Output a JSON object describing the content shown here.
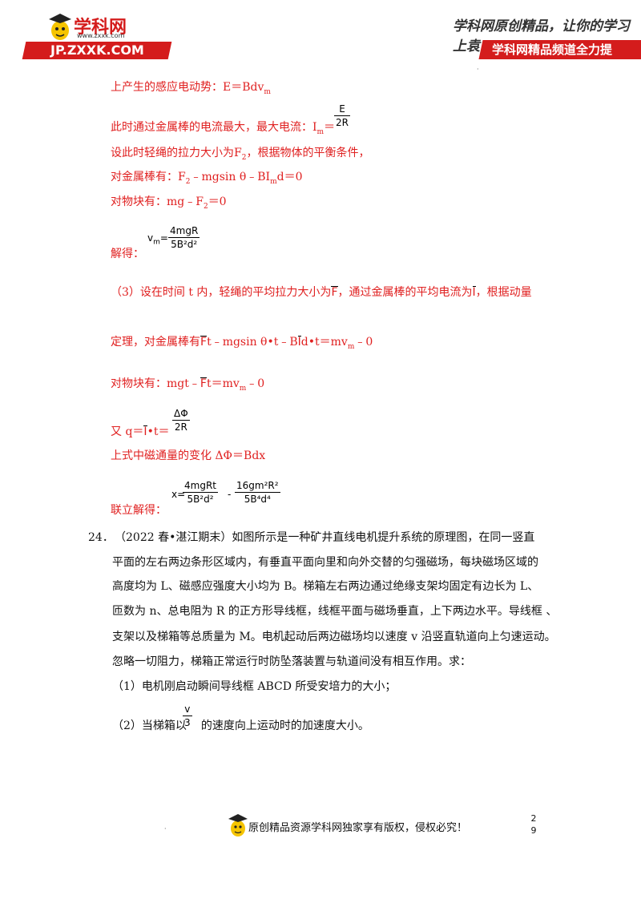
{
  "header": {
    "logo_cn": "学科网",
    "logo_url_small": "www.zxxk.com",
    "logo_banner": "JP.ZXXK.COM",
    "slogan": "学科网原创精品，让你的学习上袁",
    "channel": "学科网精品频道全力提"
  },
  "solution": {
    "l1": "上产生的感应电动势：E＝Bdv",
    "l1_sub": "m",
    "l2_prefix": "此时通过金属棒的电流最大，最大电流：I",
    "l2_sub": "m",
    "l2_eq": "＝",
    "f1_num": "E",
    "f1_den": "2R",
    "l3": "设此时轻绳的拉力大小为F",
    "l3_sub": "2",
    "l3_suffix": "，根据物体的平衡条件，",
    "l4_a": "对金属棒有：F",
    "l4_sub1": "2",
    "l4_b": "﹣mgsin θ﹣BI",
    "l4_sub2": "m",
    "l4_c": "d＝0",
    "l5_a": "对物块有：mg﹣F",
    "l5_sub": "2",
    "l5_b": "＝0",
    "l6_label": "解得：",
    "f2_lhs": "v",
    "f2_lhs_sub": "m",
    "f2_num": "4mgR",
    "f2_den": "5B²d²",
    "l7_a": "（3）设在时间 t 内，轻绳的平均拉力大小为",
    "l7_bar1": "F",
    "l7_b": "，通过金属棒的平均电流为",
    "l7_bar2": "I",
    "l7_c": "，根据动量",
    "l8_a": "定理，对金属棒有",
    "l8_bar1": "F",
    "l8_b": "t﹣mgsin θ•t﹣B",
    "l8_bar2": "I",
    "l8_c": "d•t＝mv",
    "l8_sub": "m",
    "l8_d": "﹣0",
    "l9_a": "对物块有：mgt﹣",
    "l9_bar": "F",
    "l9_b": "t＝mv",
    "l9_sub": "m",
    "l9_c": "﹣0",
    "l10_a": "又 q＝",
    "l10_bar": "I",
    "l10_b": "•t＝",
    "f3_num": "ΔΦ",
    "f3_den": "2R",
    "l11": "上式中磁通量的变化 ΔΦ＝Bdx",
    "l12_label": "联立解得：",
    "f4_lhs": "x=",
    "f4a_num": "4mgRt",
    "f4a_den": "5B²d²",
    "f4_minus": "-",
    "f4b_num": "16gm²R²",
    "f4b_den": "5B⁴d⁴"
  },
  "question": {
    "number": "24．",
    "lines": [
      "（2022 春•湛江期末）如图所示是一种矿井直线电机提升系统的原理图，在同一竖直",
      "平面的左右两边条形区域内，有垂直平面向里和向外交替的匀强磁场，每块磁场区域的",
      "高度均为 L、磁感应强度大小均为 B。梯箱左右两边通过绝缘支架均固定有边长为 L、",
      "匝数为 n、总电阻为 R 的正方形导线框，线框平面与磁场垂直，上下两边水平。导线框 、",
      "支架以及梯箱等总质量为 M。电机起动后两边磁场均以速度 v 沿竖直轨道向上匀速运动。",
      "忽略一切阻力，梯箱正常运行时防坠落装置与轨道间没有相互作用。求："
    ],
    "sub1": "（1）电机刚启动瞬间导线框 ABCD 所受安培力的大小；",
    "sub2_a": "（2）当梯箱以",
    "sub2_num": "v",
    "sub2_den": "3",
    "sub2_b": "的速度向上运动时的加速度大小。"
  },
  "footer": {
    "text": "原创精品资源学科网独家享有版权，侵权必究！",
    "page_top": "2",
    "page_bottom": "9"
  },
  "colors": {
    "answer": "#e02020",
    "brand": "#d41c1c"
  }
}
